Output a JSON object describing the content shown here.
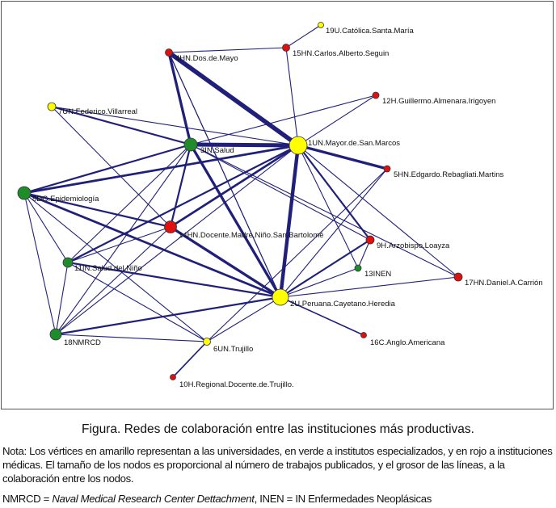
{
  "network": {
    "colors": {
      "universidad": "#ffff00",
      "instituto": "#1e8c2a",
      "medica": "#e01010",
      "edge": "#20207a"
    },
    "nodes": [
      {
        "id": "1",
        "label": "1UN.Mayor.de.San.Marcos",
        "type": "universidad",
        "size": 11
      },
      {
        "id": "2",
        "label": "2U.Peruana.Cayetano.Heredia",
        "type": "universidad",
        "size": 10
      },
      {
        "id": "3",
        "label": "3IN.Salud",
        "type": "instituto",
        "size": 8
      },
      {
        "id": "4",
        "label": "4HN.Dos.de.Mayo",
        "type": "medica",
        "size": 4.5
      },
      {
        "id": "5",
        "label": "5HN.Edgardo.Rebagliati.Martins",
        "type": "medica",
        "size": 4
      },
      {
        "id": "6",
        "label": "6UN.Trujillo",
        "type": "universidad",
        "size": 4.5
      },
      {
        "id": "7",
        "label": "7UN.Federico.Villarreal",
        "type": "universidad",
        "size": 5
      },
      {
        "id": "8",
        "label": "8DG.Epidemiología",
        "type": "instituto",
        "size": 8
      },
      {
        "id": "9",
        "label": "9H.Arzobispo.Loayza",
        "type": "medica",
        "size": 5
      },
      {
        "id": "10",
        "label": "10H.Regional.Docente.de.Trujillo.",
        "type": "medica",
        "size": 3.5
      },
      {
        "id": "11",
        "label": "11IN.Salud.del.Niño",
        "type": "instituto",
        "size": 6
      },
      {
        "id": "12",
        "label": "12H.Guillermo.Almenara.Irigoyen",
        "type": "medica",
        "size": 4
      },
      {
        "id": "13",
        "label": "13INEN",
        "type": "instituto",
        "size": 4
      },
      {
        "id": "14",
        "label": "14HN.Docente.Madre.Niño.San.Bartolomé",
        "type": "medica",
        "size": 7.5
      },
      {
        "id": "15",
        "label": "15HN.Carlos.Alberto.Seguin",
        "type": "medica",
        "size": 4.5
      },
      {
        "id": "16",
        "label": "16C.Anglo.Americana",
        "type": "medica",
        "size": 3.5
      },
      {
        "id": "17",
        "label": "17HN.Daniel.A.Carrión",
        "type": "medica",
        "size": 5
      },
      {
        "id": "18",
        "label": "18NMRCD",
        "type": "instituto",
        "size": 7
      },
      {
        "id": "19",
        "label": "19U.Católica.Santa.María",
        "type": "universidad",
        "size": 3.5
      }
    ],
    "edges": [
      {
        "source": "1",
        "target": "4",
        "weight": 5
      },
      {
        "source": "1",
        "target": "2",
        "weight": 4
      },
      {
        "source": "1",
        "target": "3",
        "weight": 4.5
      },
      {
        "source": "1",
        "target": "5",
        "weight": 3
      },
      {
        "source": "1",
        "target": "8",
        "weight": 2.5
      },
      {
        "source": "1",
        "target": "14",
        "weight": 2.5
      },
      {
        "source": "1",
        "target": "11",
        "weight": 2
      },
      {
        "source": "1",
        "target": "9",
        "weight": 2
      },
      {
        "source": "1",
        "target": "15",
        "weight": 1
      },
      {
        "source": "1",
        "target": "7",
        "weight": 1
      },
      {
        "source": "1",
        "target": "12",
        "weight": 1
      },
      {
        "source": "1",
        "target": "13",
        "weight": 1
      },
      {
        "source": "1",
        "target": "17",
        "weight": 1
      },
      {
        "source": "1",
        "target": "18",
        "weight": 1
      },
      {
        "source": "2",
        "target": "3",
        "weight": 3
      },
      {
        "source": "2",
        "target": "14",
        "weight": 3
      },
      {
        "source": "2",
        "target": "8",
        "weight": 2.5
      },
      {
        "source": "2",
        "target": "11",
        "weight": 2
      },
      {
        "source": "2",
        "target": "18",
        "weight": 2
      },
      {
        "source": "2",
        "target": "9",
        "weight": 2
      },
      {
        "source": "2",
        "target": "16",
        "weight": 1.5
      },
      {
        "source": "2",
        "target": "17",
        "weight": 1
      },
      {
        "source": "2",
        "target": "13",
        "weight": 1
      },
      {
        "source": "2",
        "target": "5",
        "weight": 1
      },
      {
        "source": "2",
        "target": "4",
        "weight": 1
      },
      {
        "source": "3",
        "target": "4",
        "weight": 3
      },
      {
        "source": "3",
        "target": "7",
        "weight": 2
      },
      {
        "source": "3",
        "target": "8",
        "weight": 2
      },
      {
        "source": "3",
        "target": "14",
        "weight": 2
      },
      {
        "source": "3",
        "target": "12",
        "weight": 1
      },
      {
        "source": "3",
        "target": "11",
        "weight": 1
      },
      {
        "source": "3",
        "target": "18",
        "weight": 1
      },
      {
        "source": "3",
        "target": "17",
        "weight": 1
      },
      {
        "source": "3",
        "target": "9",
        "weight": 1
      },
      {
        "source": "4",
        "target": "15",
        "weight": 1
      },
      {
        "source": "4",
        "target": "2",
        "weight": 1
      },
      {
        "source": "7",
        "target": "14",
        "weight": 1
      },
      {
        "source": "8",
        "target": "14",
        "weight": 2
      },
      {
        "source": "8",
        "target": "18",
        "weight": 1
      },
      {
        "source": "8",
        "target": "6",
        "weight": 1
      },
      {
        "source": "8",
        "target": "11",
        "weight": 1
      },
      {
        "source": "11",
        "target": "18",
        "weight": 1
      },
      {
        "source": "11",
        "target": "6",
        "weight": 1
      },
      {
        "source": "11",
        "target": "14",
        "weight": 1
      },
      {
        "source": "14",
        "target": "18",
        "weight": 1
      },
      {
        "source": "6",
        "target": "10",
        "weight": 1.5
      },
      {
        "source": "6",
        "target": "2",
        "weight": 1
      },
      {
        "source": "6",
        "target": "5",
        "weight": 1
      },
      {
        "source": "18",
        "target": "6",
        "weight": 1
      },
      {
        "source": "15",
        "target": "19",
        "weight": 1
      },
      {
        "source": "9",
        "target": "13",
        "weight": 1
      }
    ]
  },
  "caption": "Figura. Redes de colaboración entre las instituciones más productivas.",
  "note": "Nota: Los vértices en amarillo representan a las universidades, en verde a institutos especializados, y en rojo a instituciones médicas. El tamaño de los nodos es proporcional al número de trabajos publicados, y el grosor de las líneas, a la colaboración entre los nodos.",
  "abbreviations": {
    "nmrcd_key": "NMRCD = ",
    "nmrcd_value": "Naval Medical Research Center Dettachment",
    "separator": ", ",
    "inen_key": "INEN = ",
    "inen_value": "IN Enfermedades Neoplásicas"
  }
}
